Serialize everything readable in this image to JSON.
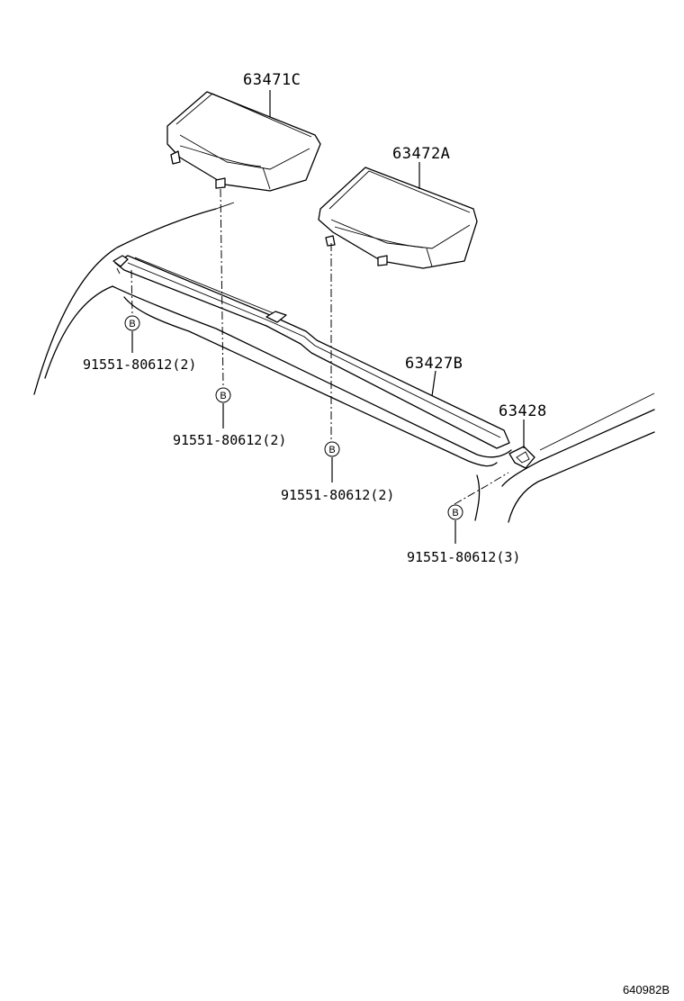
{
  "parts": {
    "housing_left": "63471C",
    "housing_right": "63472A",
    "rail": "63427B",
    "end_cap": "63428"
  },
  "fasteners": {
    "symbol": "B",
    "f1": "91551-80612(2)",
    "f2": "91551-80612(2)",
    "f3": "91551-80612(2)",
    "f4": "91551-80612(3)"
  },
  "reference_code": "640982B"
}
